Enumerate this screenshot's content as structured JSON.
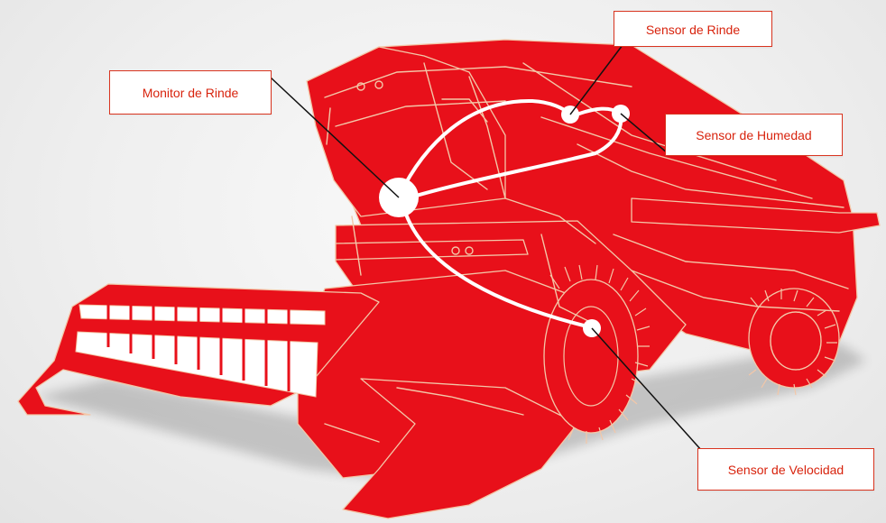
{
  "labels": {
    "monitor": "Monitor de Rinde",
    "yield_sensor": "Sensor de Rinde",
    "moisture_sensor": "Sensor de Humedad",
    "speed_sensor": "Sensor de Velocidad"
  },
  "colors": {
    "machine_red": "#e8101a",
    "machine_outline": "#f3c7a8",
    "label_border": "#d9341f",
    "label_text": "#d8230d",
    "wire": "#ffffff",
    "leader_line": "#111111"
  }
}
